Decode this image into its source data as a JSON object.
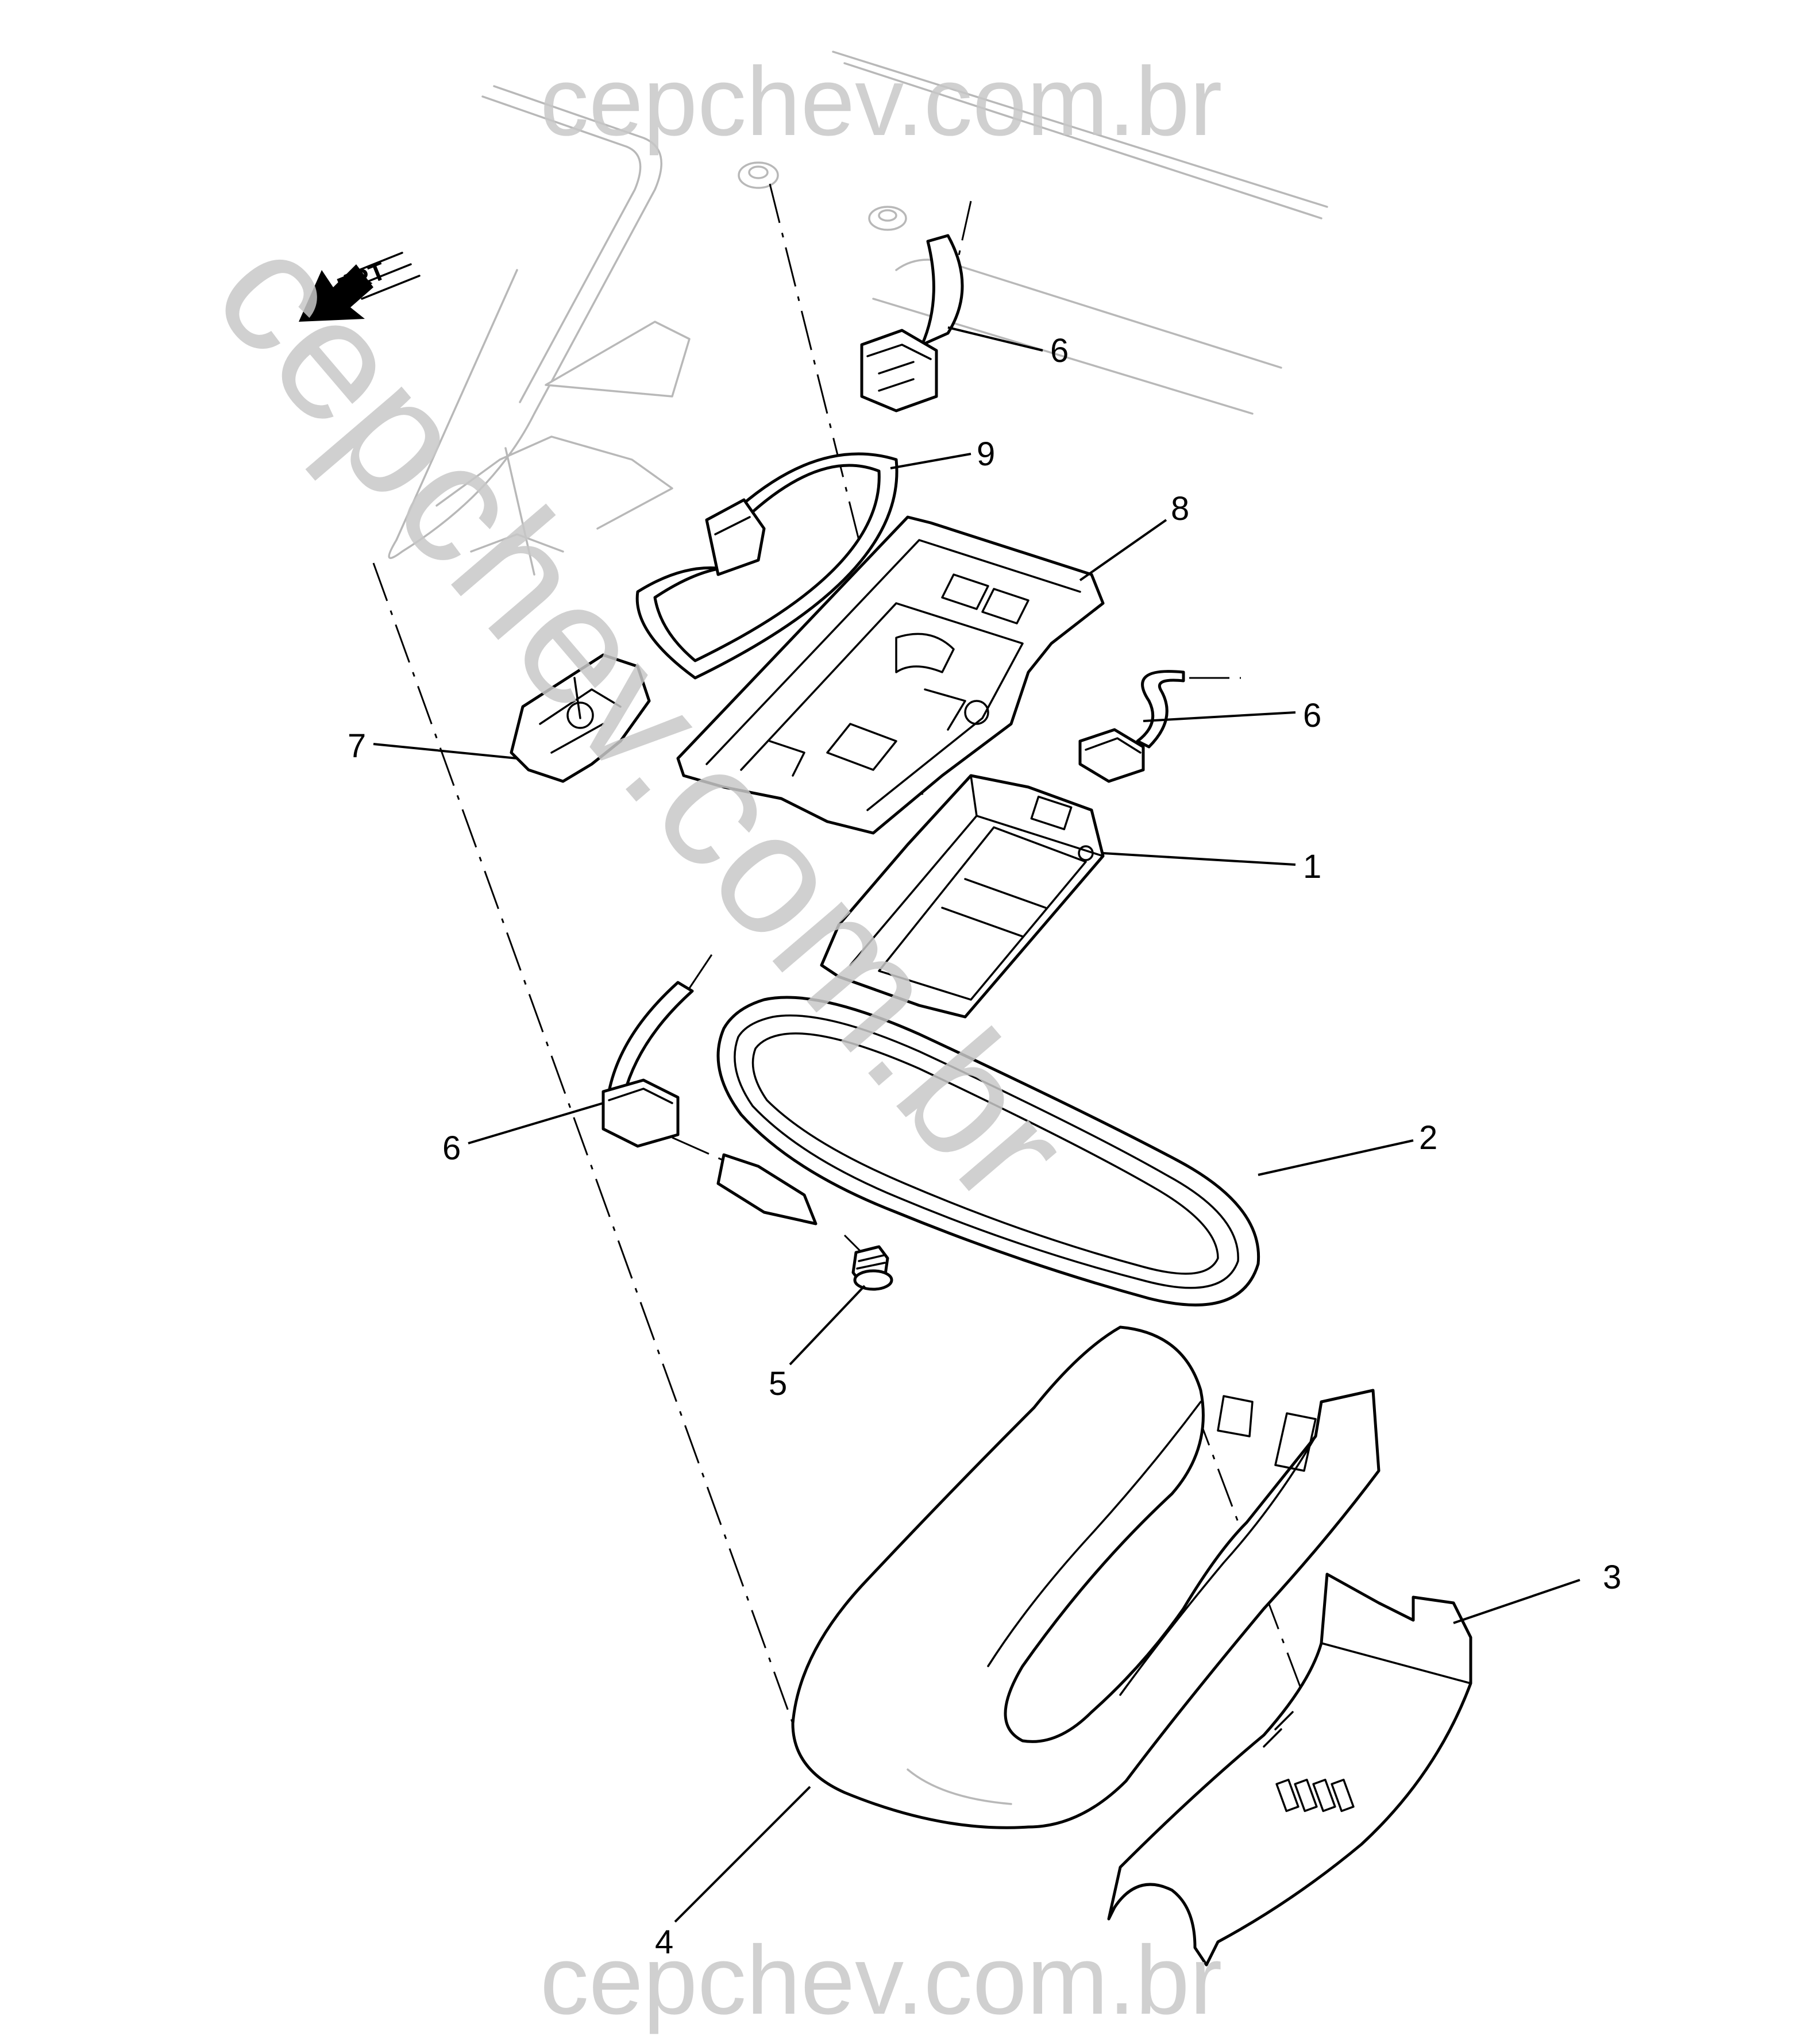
{
  "watermarks": {
    "top": "cepchev.com.br",
    "bottom": "cepchev.com.br",
    "diagonal": "cepchev.com.br"
  },
  "direction_marker": {
    "label": "FRT",
    "icon": "front-arrow-icon"
  },
  "callouts": {
    "c1": "1",
    "c2": "2",
    "c3": "3",
    "c4": "4",
    "c5": "5",
    "c6a": "6",
    "c6b": "6",
    "c6c": "6",
    "c7": "7",
    "c8": "8",
    "c9": "9"
  }
}
